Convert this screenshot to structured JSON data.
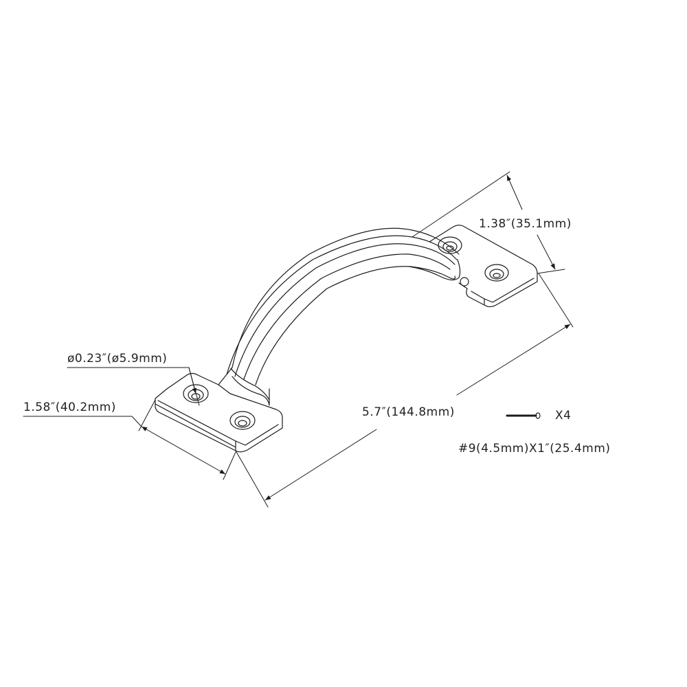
{
  "drawing": {
    "subject": "handle",
    "line_color": "#1a1a1a",
    "background": "#ffffff"
  },
  "dimensions": {
    "depth": "1.38″(35.1mm)",
    "hole_diameter": "ø0.23″(ø5.9mm)",
    "base_width": "1.58″(40.2mm)",
    "overall_length": "5.7″(144.8mm)"
  },
  "hardware": {
    "quantity": "X4",
    "screw_spec": "#9(4.5mm)X1″(25.4mm)",
    "icon": "screw-icon"
  }
}
